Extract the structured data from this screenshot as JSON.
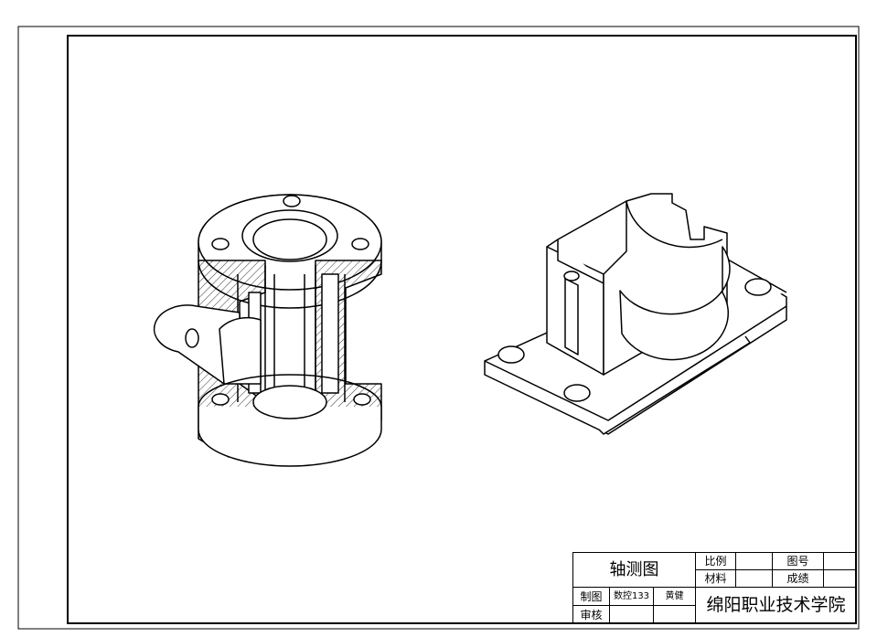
{
  "title_block": {
    "drawing_title": "轴测图",
    "scale_label": "比例",
    "scale_value": "",
    "drawing_no_label": "图号",
    "drawing_no_value": "",
    "material_label": "材料",
    "material_value": "",
    "grade_label": "成绩",
    "grade_value": "",
    "drawn_label": "制图",
    "class_name": "数控133",
    "drawer_name": "黄健",
    "checked_label": "审核",
    "school_name": "绵阳职业技术学院"
  },
  "colors": {
    "line": "#000000",
    "paper": "#ffffff"
  }
}
